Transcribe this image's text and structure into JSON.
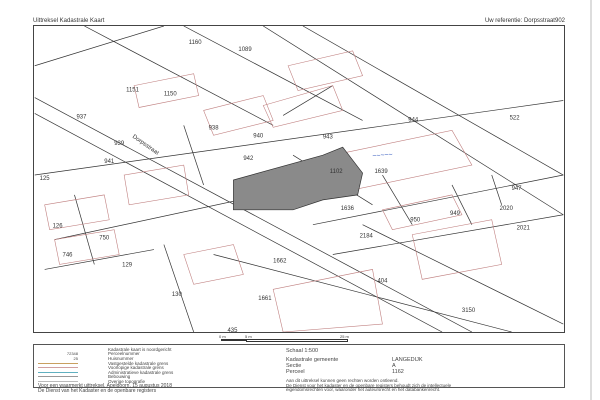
{
  "header": {
    "title": "Uittreksel Kadastrale Kaart",
    "reference": "Uw referentie: Dorpsstraat902"
  },
  "map": {
    "street_name": "Dorpsstraat",
    "parcels": [
      "1160",
      "1089",
      "1151",
      "1150",
      "937",
      "938",
      "940",
      "943",
      "944",
      "522",
      "939",
      "941",
      "942",
      "1102",
      "1639",
      "125",
      "126",
      "1636",
      "947",
      "2020",
      "2021",
      "950",
      "949",
      "2184",
      "750",
      "746",
      "129",
      "1662",
      "130",
      "1661",
      "435",
      "404",
      "3150"
    ],
    "colors": {
      "selected": "#8a8a8a",
      "boundary": "#333333",
      "building": "#c08080",
      "handwriting": "#3a5fc0"
    }
  },
  "scale": {
    "label": "Schaal 1:500",
    "ticks": [
      "0 m",
      "5 m",
      "25 m"
    ]
  },
  "legend": {
    "items": [
      {
        "symbol": "",
        "label": "Kadastrale kaart is noordgericht"
      },
      {
        "symbol": "72348",
        "label": "Perceelnummer"
      },
      {
        "symbol": "25",
        "label": "Huisnummer"
      },
      {
        "symbol": "line",
        "label": "Vastgestelde kadastrale grens",
        "color": "#c9a060"
      },
      {
        "symbol": "line",
        "label": "Voorlopige kadastrale grens",
        "color": "#d0a0a0"
      },
      {
        "symbol": "line",
        "label": "Administratieve kadastrale grens",
        "color": "#60b0c0"
      },
      {
        "symbol": "line",
        "label": "Bebouwing",
        "color": "#999999"
      },
      {
        "symbol": "line",
        "label": "Overige topografie",
        "color": "#bbbbbb"
      }
    ],
    "footer": [
      "Voor een waarmerkt uittreksel, Apeldoorn, 15 augustus 2018",
      "De Dienst van het Kadaster en de openbare registers"
    ],
    "scale_label": "Schaal 1:500",
    "fields": [
      {
        "label": "Kadastrale gemeente",
        "value": "LANGEDIJK"
      },
      {
        "label": "Sectie",
        "value": "A"
      },
      {
        "label": "Perceel",
        "value": "1162"
      }
    ],
    "notes": [
      "Aan dit uittreksel kunnen geen rechten worden ontleend.",
      "De Dienst voor het kadaster en de openbare registers behoudt zich de intellectuele",
      "eigendomsrechten voor, waaronder het auteursrecht en het databankenrecht."
    ]
  }
}
